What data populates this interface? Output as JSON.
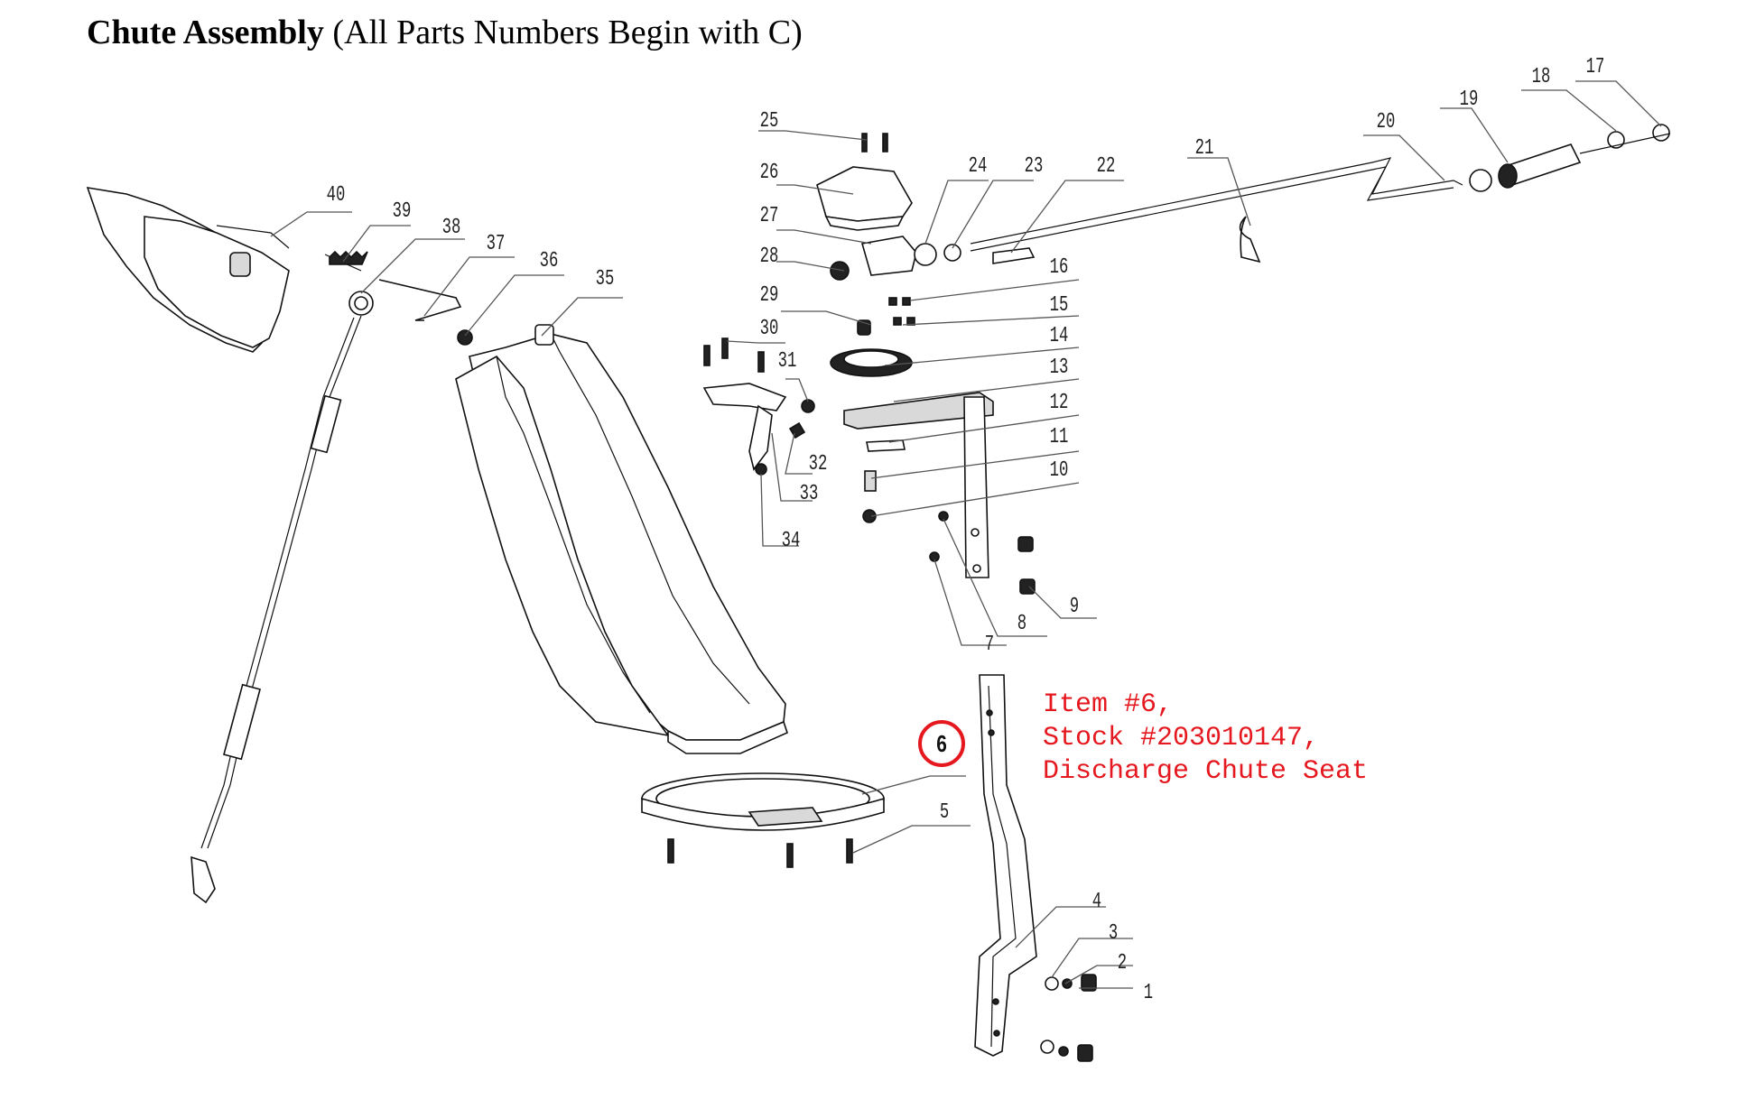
{
  "title": {
    "bold": "Chute Assembly",
    "rest": " (All Parts Numbers Begin with C)"
  },
  "callouts": [
    "1",
    "2",
    "3",
    "4",
    "5",
    "6",
    "7",
    "8",
    "9",
    "10",
    "11",
    "12",
    "13",
    "14",
    "15",
    "16",
    "17",
    "18",
    "19",
    "20",
    "21",
    "22",
    "23",
    "24",
    "25",
    "26",
    "27",
    "28",
    "29",
    "30",
    "31",
    "32",
    "33",
    "34",
    "35",
    "36",
    "37",
    "38",
    "39",
    "40"
  ],
  "highlight": {
    "item": "6",
    "lines": [
      "Item #6,",
      "Stock #203010147,",
      "Discharge Chute Seat"
    ],
    "color": "#e5181f"
  }
}
